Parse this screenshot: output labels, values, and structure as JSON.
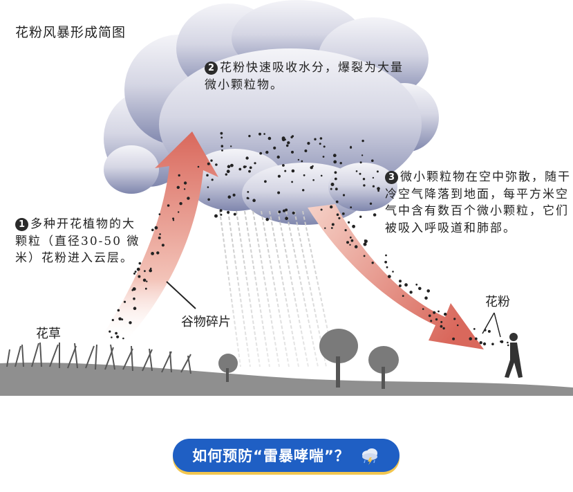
{
  "title": "花粉风暴形成简图",
  "steps": [
    {
      "num": "1",
      "text": "多种开花植物的大颗粒（直径30-50 微米）花粉进入云层。"
    },
    {
      "num": "2",
      "text": "花粉快速吸收水分，爆裂为大量微小颗粒物。"
    },
    {
      "num": "3",
      "text": "微小颗粒物在空中弥散，随干冷空气降落到地面，每平方米空气中含有数百个微小颗粒，它们被吸入呼吸道和肺部。"
    }
  ],
  "labels": {
    "grass": "花草",
    "grain_debris": "谷物碎片",
    "pollen": "花粉"
  },
  "banner": {
    "text": "如何预防“雷暴哮喘”？",
    "icon": "thunderstorm-cloud-icon"
  },
  "colors": {
    "arrow": "#d9685c",
    "cloud_dark": "#7f86ad",
    "ground": "#8f8f8f",
    "banner": "#1f5fc4",
    "banner_shadow": "#f2c64f"
  }
}
